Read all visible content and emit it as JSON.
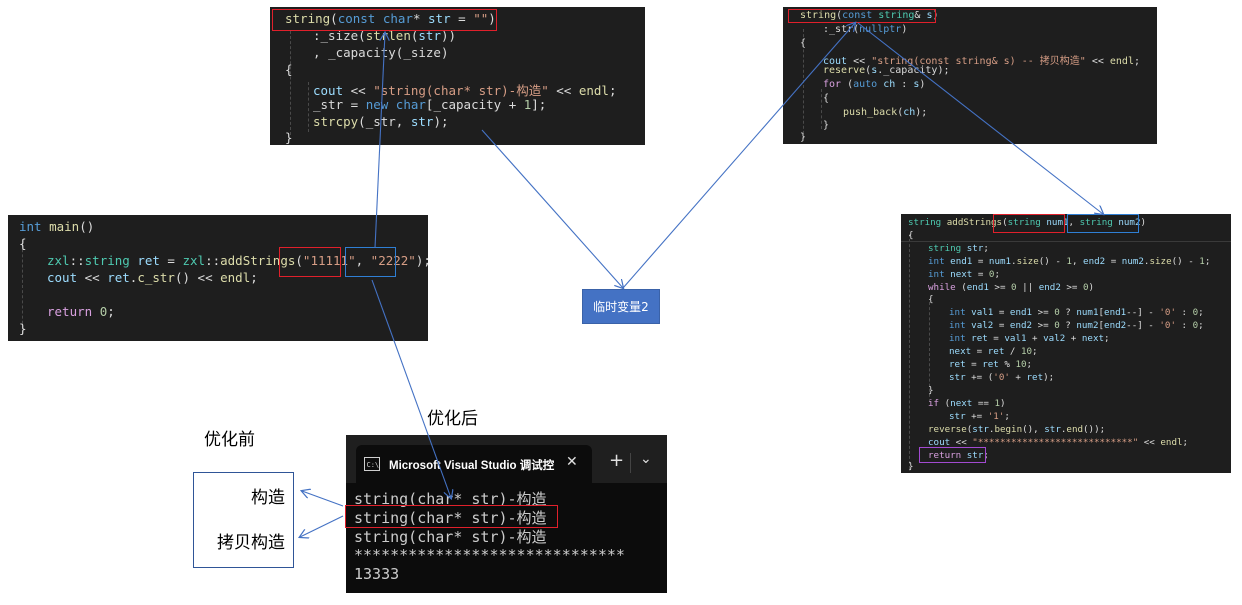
{
  "code_blocks": {
    "ctor_char": {
      "lines": [
        "string(const char* str = \"\")",
        "  :_size(strlen(str))",
        "  , _capacity(_size)",
        "{",
        "  cout << \"string(char* str)-构造\" << endl;",
        "  _str = new char[_capacity + 1];",
        "  strcpy(_str, str);",
        "}"
      ]
    },
    "ctor_copy": {
      "lines": [
        "string(const string& s)",
        "  :_str(nullptr)",
        "{",
        "  cout << \"string(const string& s) -- 拷贝构造\" << endl;",
        "  reserve(s._capacity);",
        "  for (auto ch : s)",
        "  {",
        "    push_back(ch);",
        "  }",
        "}"
      ]
    },
    "main_func": {
      "lines": [
        "int main()",
        "{",
        "  zxl::string ret = zxl::addStrings(\"11111\", \"2222\");",
        "  cout << ret.c_str() << endl;",
        "",
        "  return 0;",
        "}"
      ]
    },
    "add_strings": {
      "lines": [
        "string addStrings(string num1, string num2)",
        "{",
        "  string str;",
        "  int end1 = num1.size() - 1, end2 = num2.size() - 1;",
        "  int next = 0;",
        "  while (end1 >= 0 || end2 >= 0)",
        "  {",
        "    int val1 = end1 >= 0 ? num1[end1--] - '0' : 0;",
        "    int val2 = end2 >= 0 ? num2[end2--] - '0' : 0;",
        "    int ret = val1 + val2 + next;",
        "    next = ret / 10;",
        "    ret = ret % 10;",
        "    str += ('0' + ret);",
        "  }",
        "  if (next == 1)",
        "    str += '1';",
        "  reverse(str.begin(), str.end());",
        "  cout << \"****************************\" << endl;",
        "  return str;",
        "}"
      ]
    }
  },
  "labels": {
    "temp_var": "临时变量2",
    "before_opt": "优化前",
    "after_opt": "优化后",
    "legend_construct": "构造",
    "legend_copy": "拷贝构造"
  },
  "terminal": {
    "tab_title": "Microsoft Visual Studio 调试控",
    "tab_icon": "console-icon",
    "close_glyph": "✕",
    "add_glyph": "+",
    "dropdown_glyph": "⌄",
    "output": [
      "string(char* str)-构造",
      "string(char* str)-构造",
      "string(char* str)-构造",
      "******************************",
      "13333"
    ]
  },
  "colors": {
    "highlight_red": "#e0202b",
    "highlight_blue": "#2f7fd4",
    "arrow_blue": "#4472c4",
    "temp_box": "#4472c4"
  }
}
